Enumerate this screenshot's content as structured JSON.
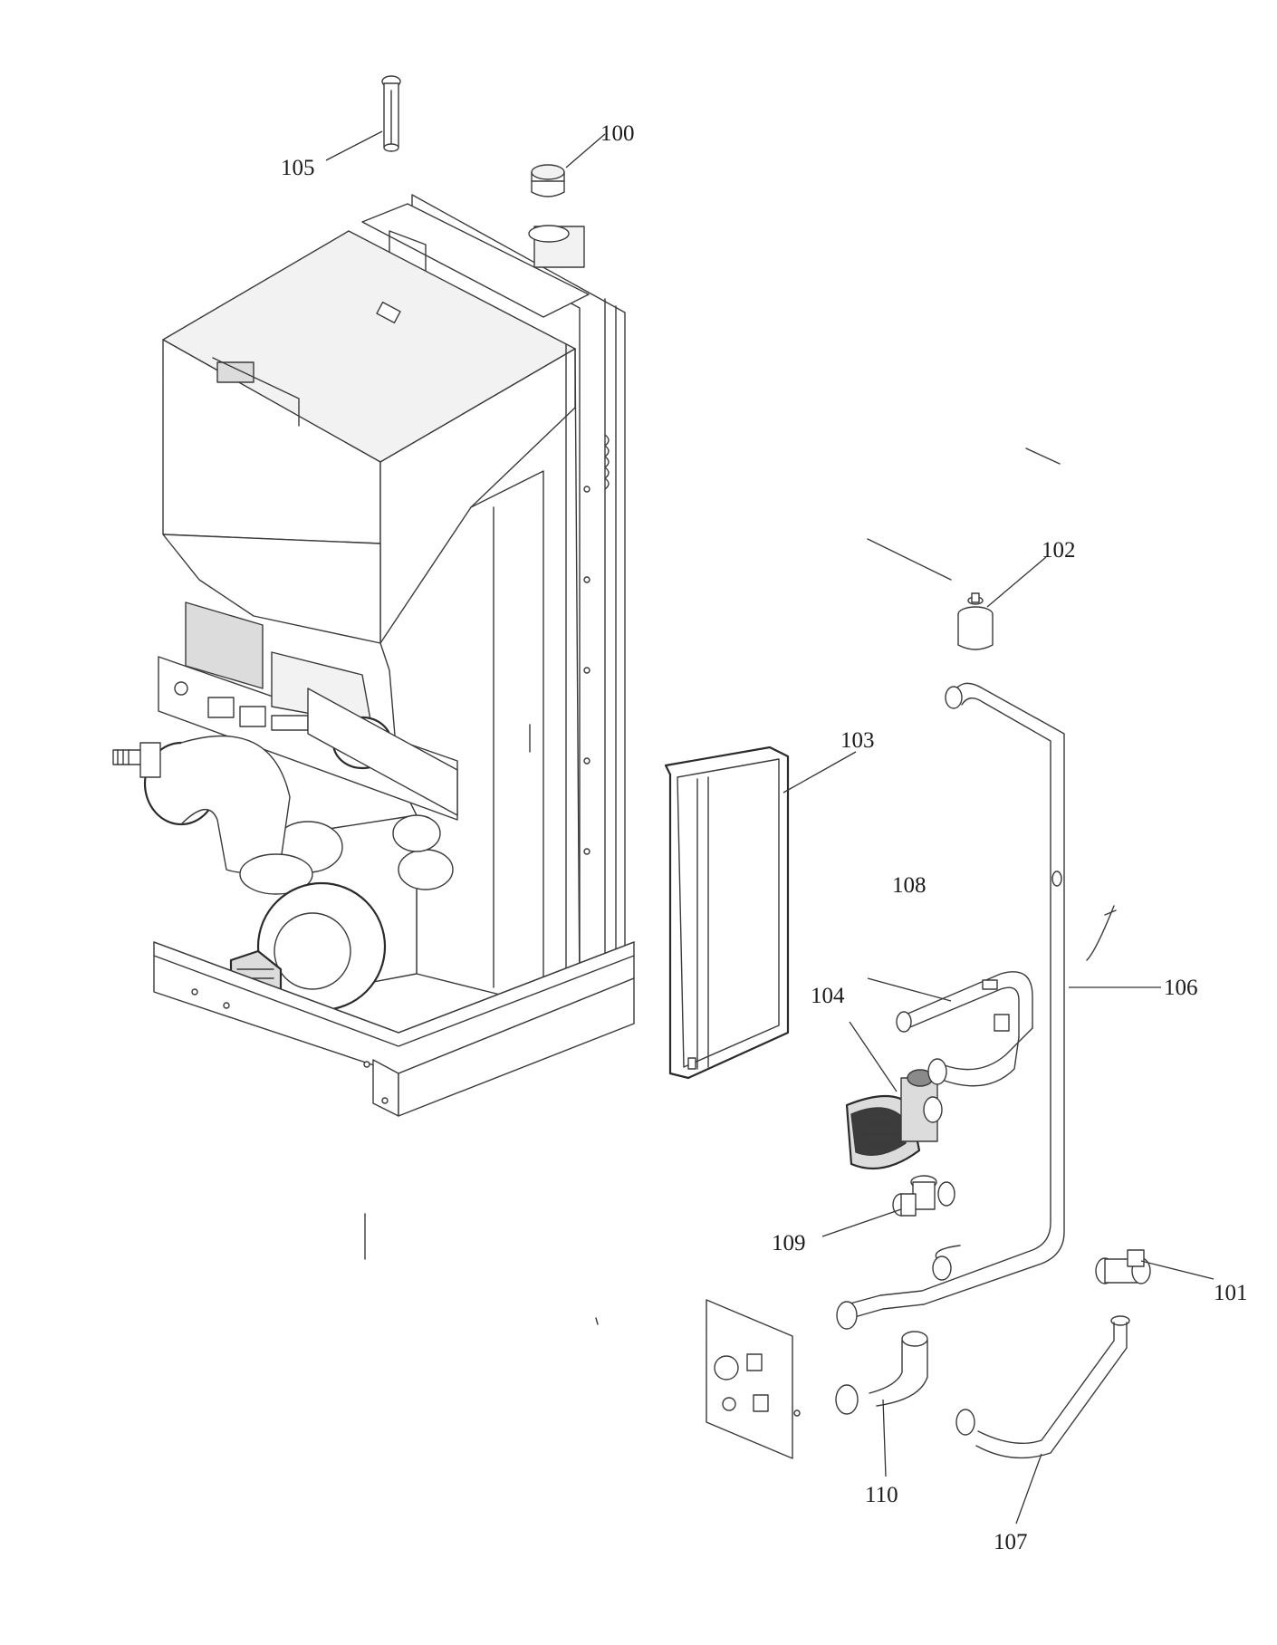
{
  "callouts": [
    {
      "id": "c100",
      "label": "100"
    },
    {
      "id": "c101",
      "label": "101"
    },
    {
      "id": "c102",
      "label": "102"
    },
    {
      "id": "c103",
      "label": "103"
    },
    {
      "id": "c104",
      "label": "104"
    },
    {
      "id": "c105",
      "label": "105"
    },
    {
      "id": "c106",
      "label": "106"
    },
    {
      "id": "c107",
      "label": "107"
    },
    {
      "id": "c108",
      "label": "108"
    },
    {
      "id": "c109",
      "label": "109"
    },
    {
      "id": "c110",
      "label": "110"
    }
  ]
}
